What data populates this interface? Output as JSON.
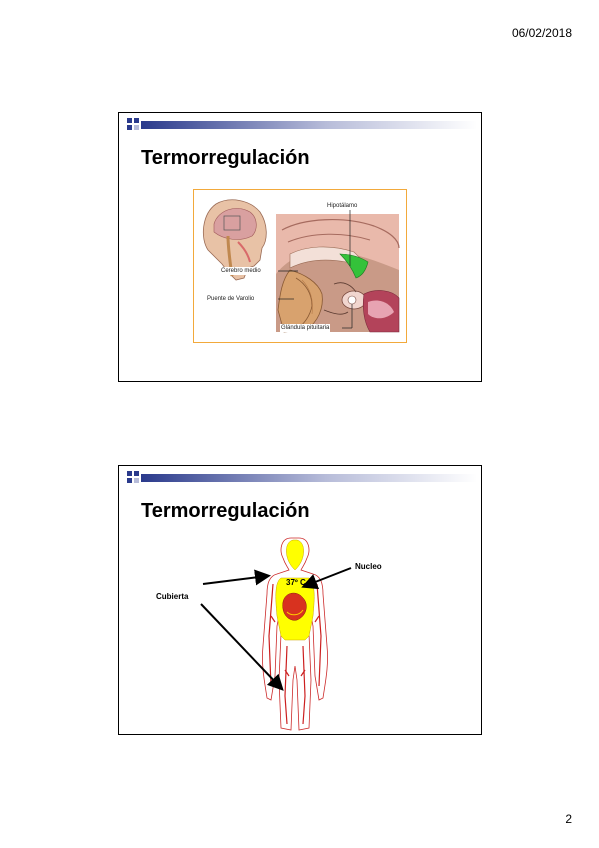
{
  "header": {
    "date": "06/02/2018"
  },
  "footer": {
    "page_number": "2"
  },
  "slides": [
    {
      "title": "Termorregulación",
      "figure": {
        "labels": {
          "hypothalamus": "Hipotálamo",
          "midbrain": "Cerebro medio",
          "pons": "Puente de Varolio",
          "pituitary": "Glándula pituitaria"
        }
      }
    },
    {
      "title": "Termorregulación",
      "figure": {
        "core_label": "Nucleo",
        "shell_label": "Cubierta",
        "core_temperature": "37º C"
      }
    }
  ],
  "colors": {
    "frame_border": "#f2a93b",
    "core_fill": "#ffff00",
    "vessel_red": "#cc1f1f",
    "bar_blue": "#2a3a8c"
  }
}
